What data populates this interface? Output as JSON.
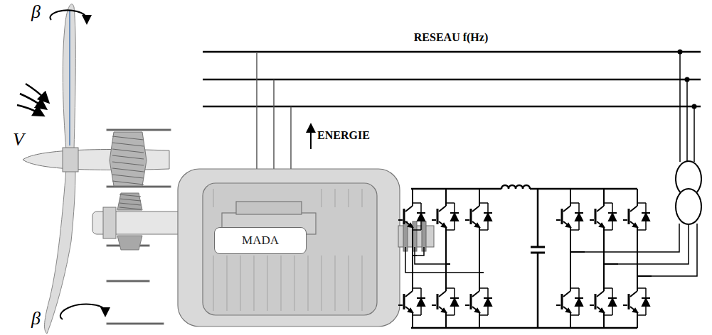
{
  "diagram": {
    "nodes": [
      {
        "text": [
          "MADA"
        ]
      }
    ],
    "labels": [
      "β",
      "RESEAU f(Hz)",
      "V",
      "ENERGIE",
      "β"
    ]
  }
}
